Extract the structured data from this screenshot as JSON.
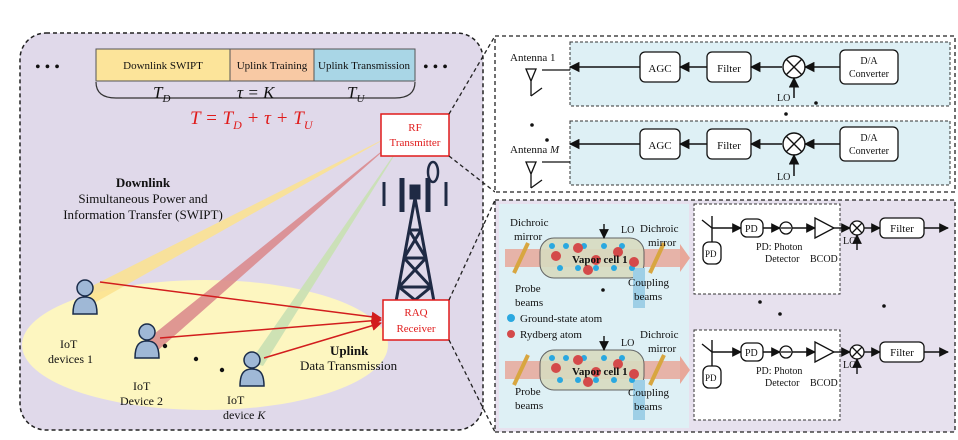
{
  "frame": {
    "segments": [
      "Downlink SWIPT",
      "Uplink Training",
      "Uplink Transmission"
    ],
    "segment_colors": [
      "#fce49a",
      "#f8c9a4",
      "#a9d6e6"
    ],
    "ellipsis": "• • •",
    "td": "T",
    "td_sub": "D",
    "tau": "τ = K",
    "tu": "T",
    "tu_sub": "U",
    "eq_lhs": "T = T",
    "eq_d": "D",
    "eq_mid": " + τ + T",
    "eq_u": "U"
  },
  "left": {
    "downlink_title": "Downlink",
    "downlink_l1": "Simultaneous Power and",
    "downlink_l2": "Information Transfer (SWIPT)",
    "uplink_title": "Uplink",
    "uplink_sub": "Data Transmission",
    "rf_tx_l1": "RF",
    "rf_tx_l2": "Transmitter",
    "raq_l1": "RAQ",
    "raq_l2": "Receiver",
    "dev1_l1": "IoT",
    "dev1_l2": "devices 1",
    "dev2_l1": "IoT",
    "dev2_l2": "Device 2",
    "devk_l1": "IoT",
    "devk_l2": "device ",
    "devk_k": "K"
  },
  "tx": {
    "antenna1": "Antenna 1",
    "antennaM": "Antenna ",
    "antennaM_m": "M",
    "agc": "AGC",
    "filter": "Filter",
    "lo": "LO",
    "da_l1": "D/A",
    "da_l2": "Converter"
  },
  "rx": {
    "dichroic_l1": "Dichroic",
    "dichroic_l2": "mirror",
    "lo": "LO",
    "vapor": "Vapor cell 1",
    "probe_l1": "Probe",
    "probe_l2": "beams",
    "coupling_l1": "Coupling",
    "coupling_l2": "beams",
    "ground": "Ground-state atom",
    "rydberg": "Rydberg atom",
    "pd": "PD",
    "pd_l1": "PD: Photon",
    "pd_l2": "Detector",
    "bcod": "BCOD",
    "filter": "Filter",
    "ground_color": "#2aa8e0",
    "rydberg_color": "#d44a4a"
  }
}
